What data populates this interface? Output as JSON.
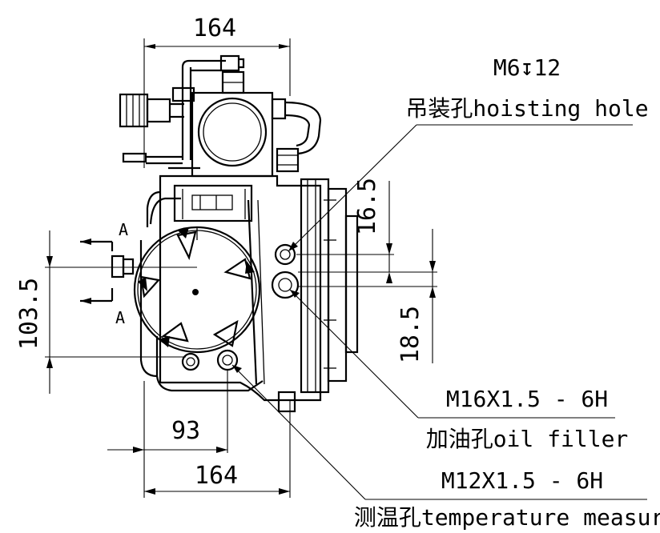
{
  "dimensions": {
    "top_width": "164",
    "bottom_width": "164",
    "offset_93": "93",
    "left_height": "103.5",
    "right_upper": "16.5",
    "right_lower": "18.5"
  },
  "section_marks": {
    "upper": "A",
    "lower": "A"
  },
  "callouts": {
    "hoisting_hole": {
      "spec": "M6↧12",
      "label": "吊装孔hoisting hole"
    },
    "oil_filler": {
      "spec": "M16X1.5 - 6H",
      "label": "加油孔oil filler"
    },
    "temperature": {
      "spec": "M12X1.5 - 6H",
      "label": "测温孔temperature measure"
    }
  },
  "colors": {
    "line": "#000000",
    "background": "#ffffff"
  }
}
